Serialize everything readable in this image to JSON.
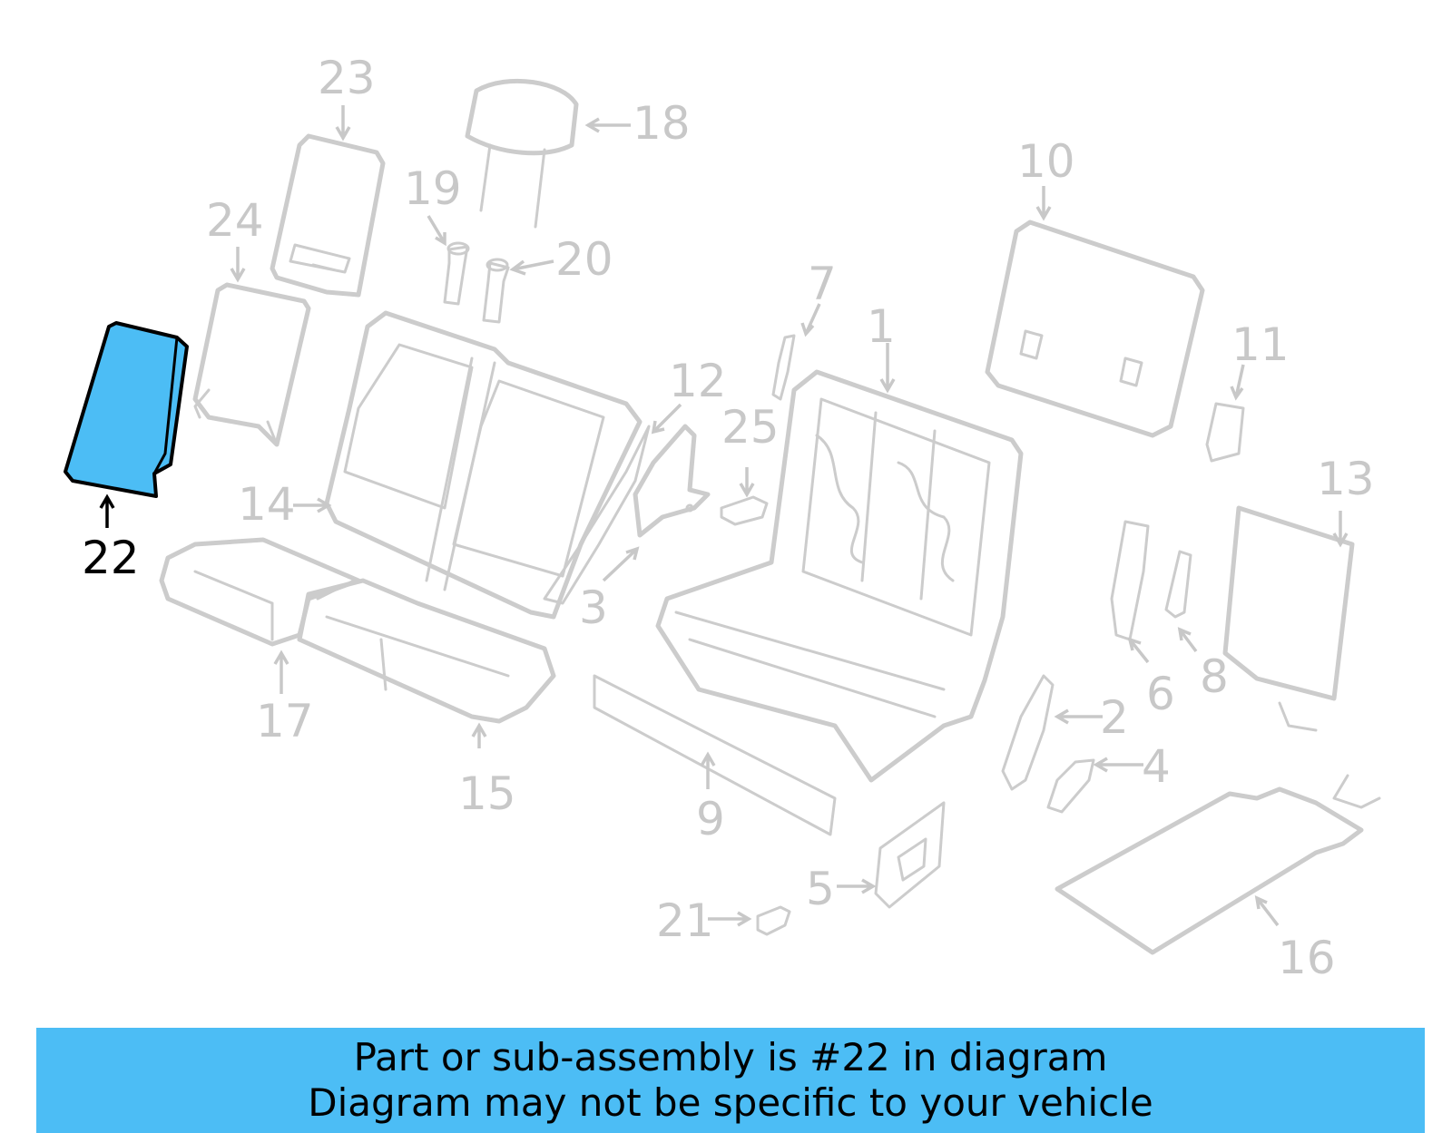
{
  "diagram": {
    "highlight_color": "#4cbdf5",
    "line_color": "#cccccc",
    "highlighted_part": "22",
    "callouts": [
      {
        "label": "1"
      },
      {
        "label": "2"
      },
      {
        "label": "3"
      },
      {
        "label": "4"
      },
      {
        "label": "5"
      },
      {
        "label": "6"
      },
      {
        "label": "7"
      },
      {
        "label": "8"
      },
      {
        "label": "9"
      },
      {
        "label": "10"
      },
      {
        "label": "11"
      },
      {
        "label": "12"
      },
      {
        "label": "13"
      },
      {
        "label": "14"
      },
      {
        "label": "15"
      },
      {
        "label": "16"
      },
      {
        "label": "17"
      },
      {
        "label": "18"
      },
      {
        "label": "19"
      },
      {
        "label": "20"
      },
      {
        "label": "21"
      },
      {
        "label": "22"
      },
      {
        "label": "23"
      },
      {
        "label": "24"
      },
      {
        "label": "25"
      }
    ]
  },
  "banner": {
    "line1": "Part or sub-assembly is #22 in diagram",
    "line2": "Diagram may not be specific to your vehicle",
    "background": "#4cbdf5"
  }
}
